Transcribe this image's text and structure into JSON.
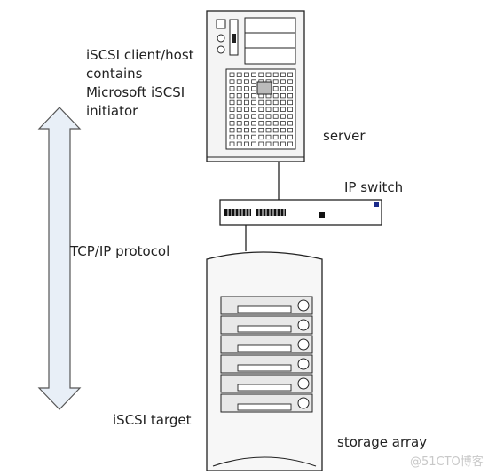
{
  "labels": {
    "client_line1": "iSCSI client/host",
    "client_line2": "contains",
    "client_line3": "Microsoft iSCSI",
    "client_line4": "initiator",
    "server": "server",
    "switch": "IP switch",
    "protocol": "TCP/IP protocol",
    "target": "iSCSI target",
    "storage": "storage array"
  },
  "watermark": "@51CTO博客",
  "colors": {
    "stroke": "#222222",
    "arrow_fill": "#e8eff7",
    "tower_fill": "#f4f4f4",
    "dark_port": "#111111",
    "led_blue": "#1a2a8a"
  }
}
